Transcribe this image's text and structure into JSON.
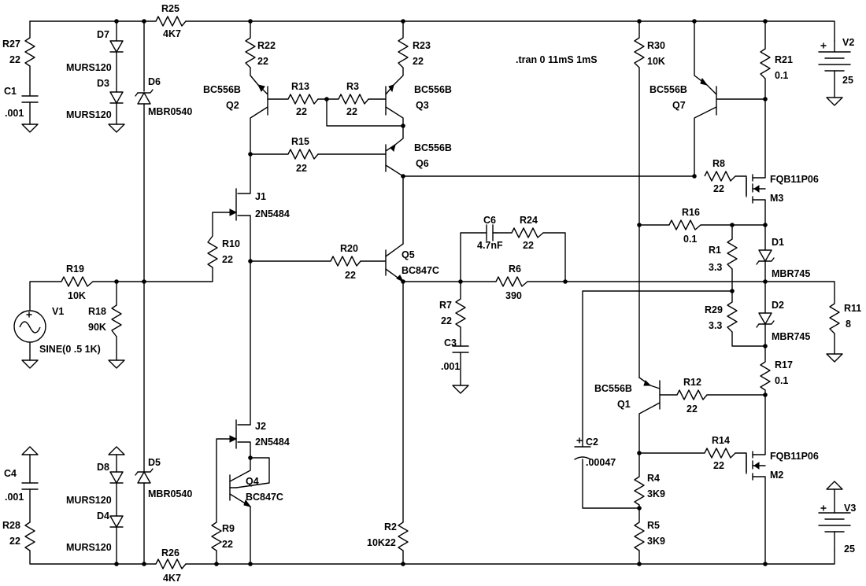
{
  "directive": ".tran 0 11mS 1mS",
  "components": {
    "R25": {
      "ref": "R25",
      "value": "4K7"
    },
    "R26": {
      "ref": "R26",
      "value": "4K7"
    },
    "R27": {
      "ref": "R27",
      "value": "22"
    },
    "R28": {
      "ref": "R28",
      "value": "22"
    },
    "C1": {
      "ref": "C1",
      "value": ".001"
    },
    "C4": {
      "ref": "C4",
      "value": ".001"
    },
    "D7": {
      "ref": "D7",
      "value": "MURS120"
    },
    "D3": {
      "ref": "D3",
      "value": "MURS120"
    },
    "D8": {
      "ref": "D8",
      "value": "MURS120"
    },
    "D4": {
      "ref": "D4",
      "value": "MURS120"
    },
    "D6": {
      "ref": "D6",
      "value": "MBR0540"
    },
    "D5": {
      "ref": "D5",
      "value": "MBR0540"
    },
    "R19": {
      "ref": "R19",
      "value": "10K"
    },
    "R18": {
      "ref": "R18",
      "value": "90K"
    },
    "V1": {
      "ref": "V1",
      "value": "SINE(0 .5 1K)"
    },
    "R22": {
      "ref": "R22",
      "value": "22"
    },
    "R23": {
      "ref": "R23",
      "value": "22"
    },
    "Q2": {
      "ref": "Q2",
      "value": "BC556B"
    },
    "Q3": {
      "ref": "Q3",
      "value": "BC556B"
    },
    "Q6": {
      "ref": "Q6",
      "value": "BC556B"
    },
    "R13": {
      "ref": "R13",
      "value": "22"
    },
    "R3": {
      "ref": "R3",
      "value": "22"
    },
    "R15": {
      "ref": "R15",
      "value": "22"
    },
    "J1": {
      "ref": "J1",
      "value": "2N5484"
    },
    "J2": {
      "ref": "J2",
      "value": "2N5484"
    },
    "R10": {
      "ref": "R10",
      "value": "22"
    },
    "R9": {
      "ref": "R9",
      "value": "22"
    },
    "Q4": {
      "ref": "Q4",
      "value": "BC847C"
    },
    "R20": {
      "ref": "R20",
      "value": "22"
    },
    "Q5": {
      "ref": "Q5",
      "value": "BC847C"
    },
    "R2": {
      "ref": "R2",
      "value": "10K22"
    },
    "C6": {
      "ref": "C6",
      "value": "4.7nF"
    },
    "R24": {
      "ref": "R24",
      "value": "22"
    },
    "R6": {
      "ref": "R6",
      "value": "390"
    },
    "R7": {
      "ref": "R7",
      "value": "22"
    },
    "C3": {
      "ref": "C3",
      "value": ".001"
    },
    "C2": {
      "ref": "C2",
      "value": ".00047"
    },
    "R30": {
      "ref": "R30",
      "value": "10K"
    },
    "Q7": {
      "ref": "Q7",
      "value": "BC556B"
    },
    "Q1": {
      "ref": "Q1",
      "value": "BC556B"
    },
    "R21": {
      "ref": "R21",
      "value": "0.1"
    },
    "R8": {
      "ref": "R8",
      "value": "22"
    },
    "M3": {
      "ref": "M3",
      "value": "FQB11P06"
    },
    "M2": {
      "ref": "M2",
      "value": "FQB11P06"
    },
    "R16": {
      "ref": "R16",
      "value": "0.1"
    },
    "R1": {
      "ref": "R1",
      "value": "3.3"
    },
    "R29": {
      "ref": "R29",
      "value": "3.3"
    },
    "D1": {
      "ref": "D1",
      "value": "MBR745"
    },
    "D2": {
      "ref": "D2",
      "value": "MBR745"
    },
    "R17": {
      "ref": "R17",
      "value": "0.1"
    },
    "R12": {
      "ref": "R12",
      "value": "22"
    },
    "R14": {
      "ref": "R14",
      "value": "22"
    },
    "R4": {
      "ref": "R4",
      "value": "3K9"
    },
    "R5": {
      "ref": "R5",
      "value": "3K9"
    },
    "R11": {
      "ref": "R11",
      "value": "8"
    },
    "V2": {
      "ref": "V2",
      "value": "25"
    },
    "V3": {
      "ref": "V3",
      "value": "25"
    }
  }
}
